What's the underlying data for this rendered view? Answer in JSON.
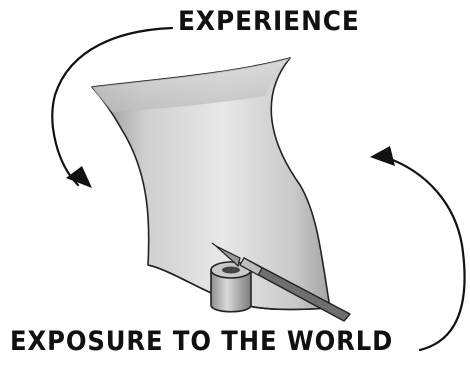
{
  "labels": {
    "top": "EXPERIENCE",
    "bottom": "EXPOSURE TO THE WORLD"
  },
  "colors": {
    "ink": "#111111",
    "paper_light": "#f2f2f2",
    "paper_shadow": "#9c9c9c",
    "inkpot": "#b8b8b8"
  },
  "icons": {
    "paper": "curled-paper-sheet",
    "inkpot": "ink-pot",
    "pen": "fountain-pen"
  }
}
